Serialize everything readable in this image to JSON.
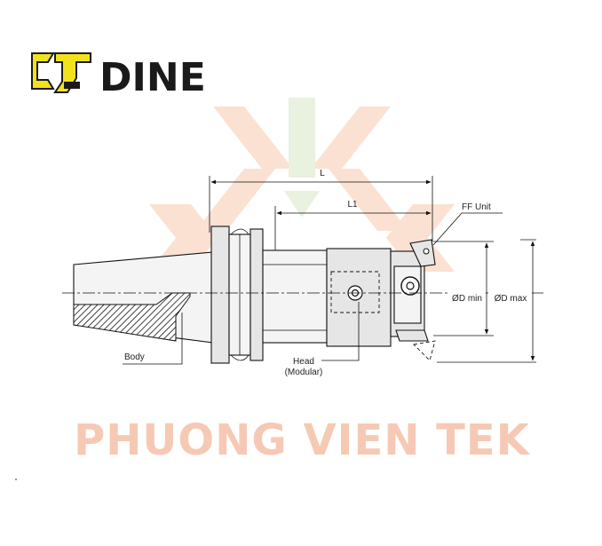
{
  "brand": {
    "name": "DINE",
    "logo_color": "#f2e21c",
    "logo_dark": "#1a1a1a"
  },
  "watermark": {
    "text": "PHUONG VIEN TEK",
    "color": "#f6c9b4",
    "icon": "arrows-x-watermark-icon"
  },
  "dimensions": {
    "L": "L",
    "L1": "L1",
    "d_min": "ØD min",
    "d_max": "ØD max"
  },
  "callouts": {
    "ff_unit": "FF Unit",
    "body": "Body",
    "head_line1": "Head",
    "head_line2": "(Modular)"
  }
}
